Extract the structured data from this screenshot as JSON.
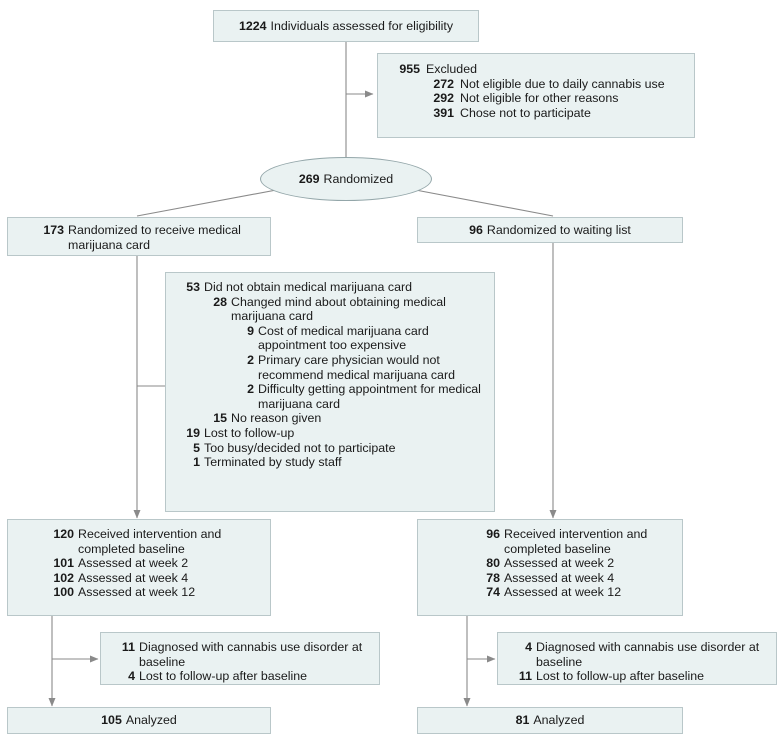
{
  "diagram": {
    "type": "consort-flow-diagram",
    "colors": {
      "box_fill": "#eaf2f2",
      "box_border": "#b9c7c9",
      "connector": "#8a8a8a",
      "text": "#1a1a1a"
    },
    "nodes": {
      "assessed": {
        "id": "assessed-for-eligibility",
        "lines": [
          {
            "num": "1224",
            "text": "Individuals assessed for eligibility"
          }
        ]
      },
      "excluded": {
        "id": "excluded",
        "lines": [
          {
            "num": "955",
            "text": "Excluded",
            "level": 0
          },
          {
            "num": "272",
            "text": "Not eligible due to daily cannabis use",
            "level": 1
          },
          {
            "num": "292",
            "text": "Not eligible for other reasons",
            "level": 1
          },
          {
            "num": "391",
            "text": "Chose not to participate",
            "level": 1
          }
        ]
      },
      "randomized": {
        "id": "randomized",
        "num": "269",
        "text": "Randomized"
      },
      "arm_treatment": {
        "id": "randomized-to-medical-marijuana-card",
        "num": "173",
        "text": "Randomized to receive medical marijuana card"
      },
      "arm_control": {
        "id": "randomized-to-waiting-list",
        "num": "96",
        "text": "Randomized to waiting list"
      },
      "did_not_obtain": {
        "id": "did-not-obtain-card",
        "lines": [
          {
            "num": "53",
            "text": "Did not obtain medical marijuana card",
            "level": 0
          },
          {
            "num": "28",
            "text": "Changed mind about obtaining medical marijuana card",
            "level": 1
          },
          {
            "num": "9",
            "text": "Cost of medical marijuana card appointment too expensive",
            "level": 2
          },
          {
            "num": "2",
            "text": "Primary care physician would not recommend medical marijuana card",
            "level": 2
          },
          {
            "num": "2",
            "text": "Difficulty getting appointment for medical marijuana card",
            "level": 2
          },
          {
            "num": "15",
            "text": "No reason given",
            "level": 1
          },
          {
            "num": "19",
            "text": "Lost to follow-up",
            "level": 0
          },
          {
            "num": "5",
            "text": "Too busy/decided not to participate",
            "level": 0
          },
          {
            "num": "1",
            "text": "Terminated by study staff",
            "level": 0
          }
        ]
      },
      "received_treatment": {
        "id": "received-intervention-treatment",
        "lines": [
          {
            "num": "120",
            "text": "Received intervention and completed baseline"
          },
          {
            "num": "101",
            "text": "Assessed at week 2"
          },
          {
            "num": "102",
            "text": "Assessed at week 4"
          },
          {
            "num": "100",
            "text": "Assessed at week 12"
          }
        ]
      },
      "received_control": {
        "id": "received-intervention-control",
        "lines": [
          {
            "num": "96",
            "text": "Received intervention and completed baseline"
          },
          {
            "num": "80",
            "text": "Assessed at week 2"
          },
          {
            "num": "78",
            "text": "Assessed at week 4"
          },
          {
            "num": "74",
            "text": "Assessed at week 12"
          }
        ]
      },
      "excluded_treatment": {
        "id": "excluded-from-analysis-treatment",
        "lines": [
          {
            "num": "11",
            "text": "Diagnosed with cannabis use disorder at baseline"
          },
          {
            "num": "4",
            "text": "Lost to follow-up after baseline"
          }
        ]
      },
      "excluded_control": {
        "id": "excluded-from-analysis-control",
        "lines": [
          {
            "num": "4",
            "text": "Diagnosed with cannabis use disorder at baseline"
          },
          {
            "num": "11",
            "text": "Lost to follow-up after baseline"
          }
        ]
      },
      "analyzed_treatment": {
        "id": "analyzed-treatment",
        "num": "105",
        "text": "Analyzed"
      },
      "analyzed_control": {
        "id": "analyzed-control",
        "num": "81",
        "text": "Analyzed"
      }
    }
  }
}
